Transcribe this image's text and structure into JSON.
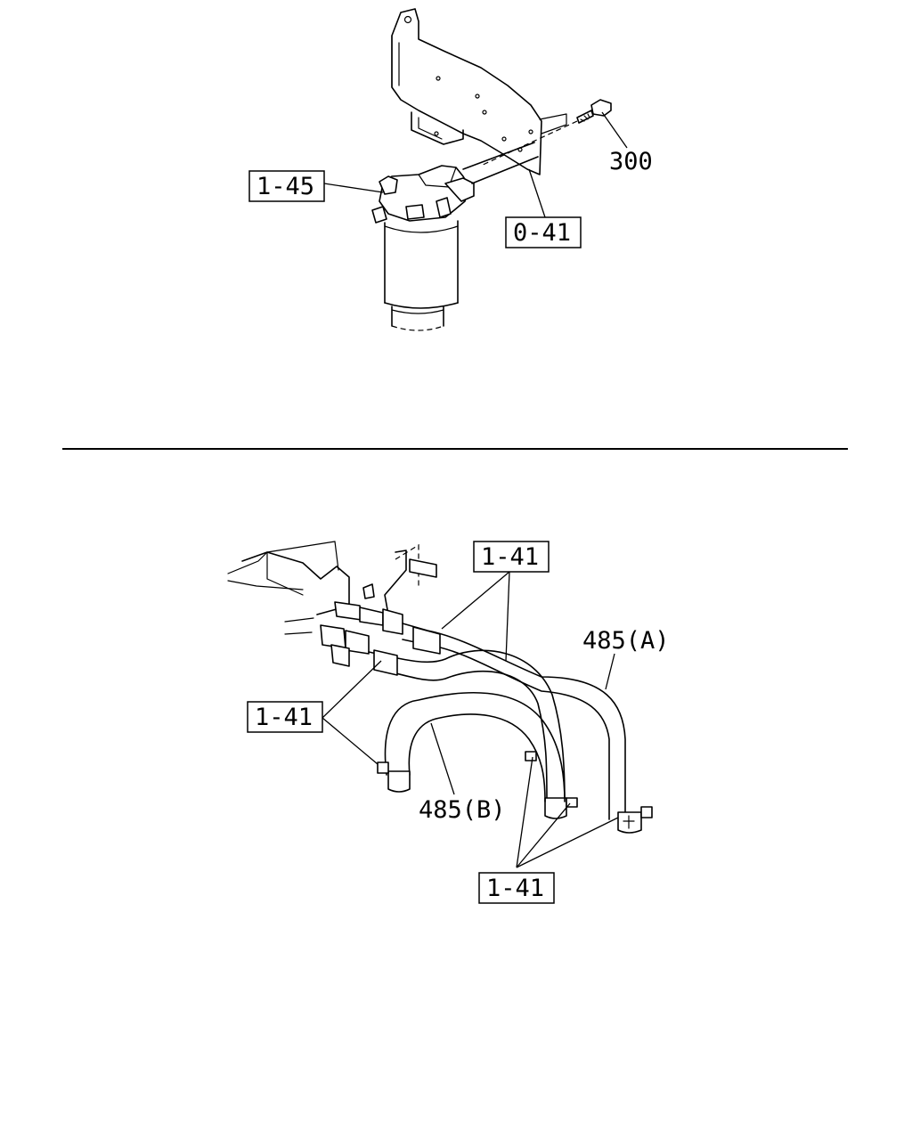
{
  "callouts": {
    "top_1_45": "1-45",
    "top_300": "300",
    "top_0_41": "0-41",
    "bot_1_41_top": "1-41",
    "bot_485_a": "485(A)",
    "bot_1_41_left": "1-41",
    "bot_485_b": "485(B)",
    "bot_1_41_bottom": "1-41"
  }
}
